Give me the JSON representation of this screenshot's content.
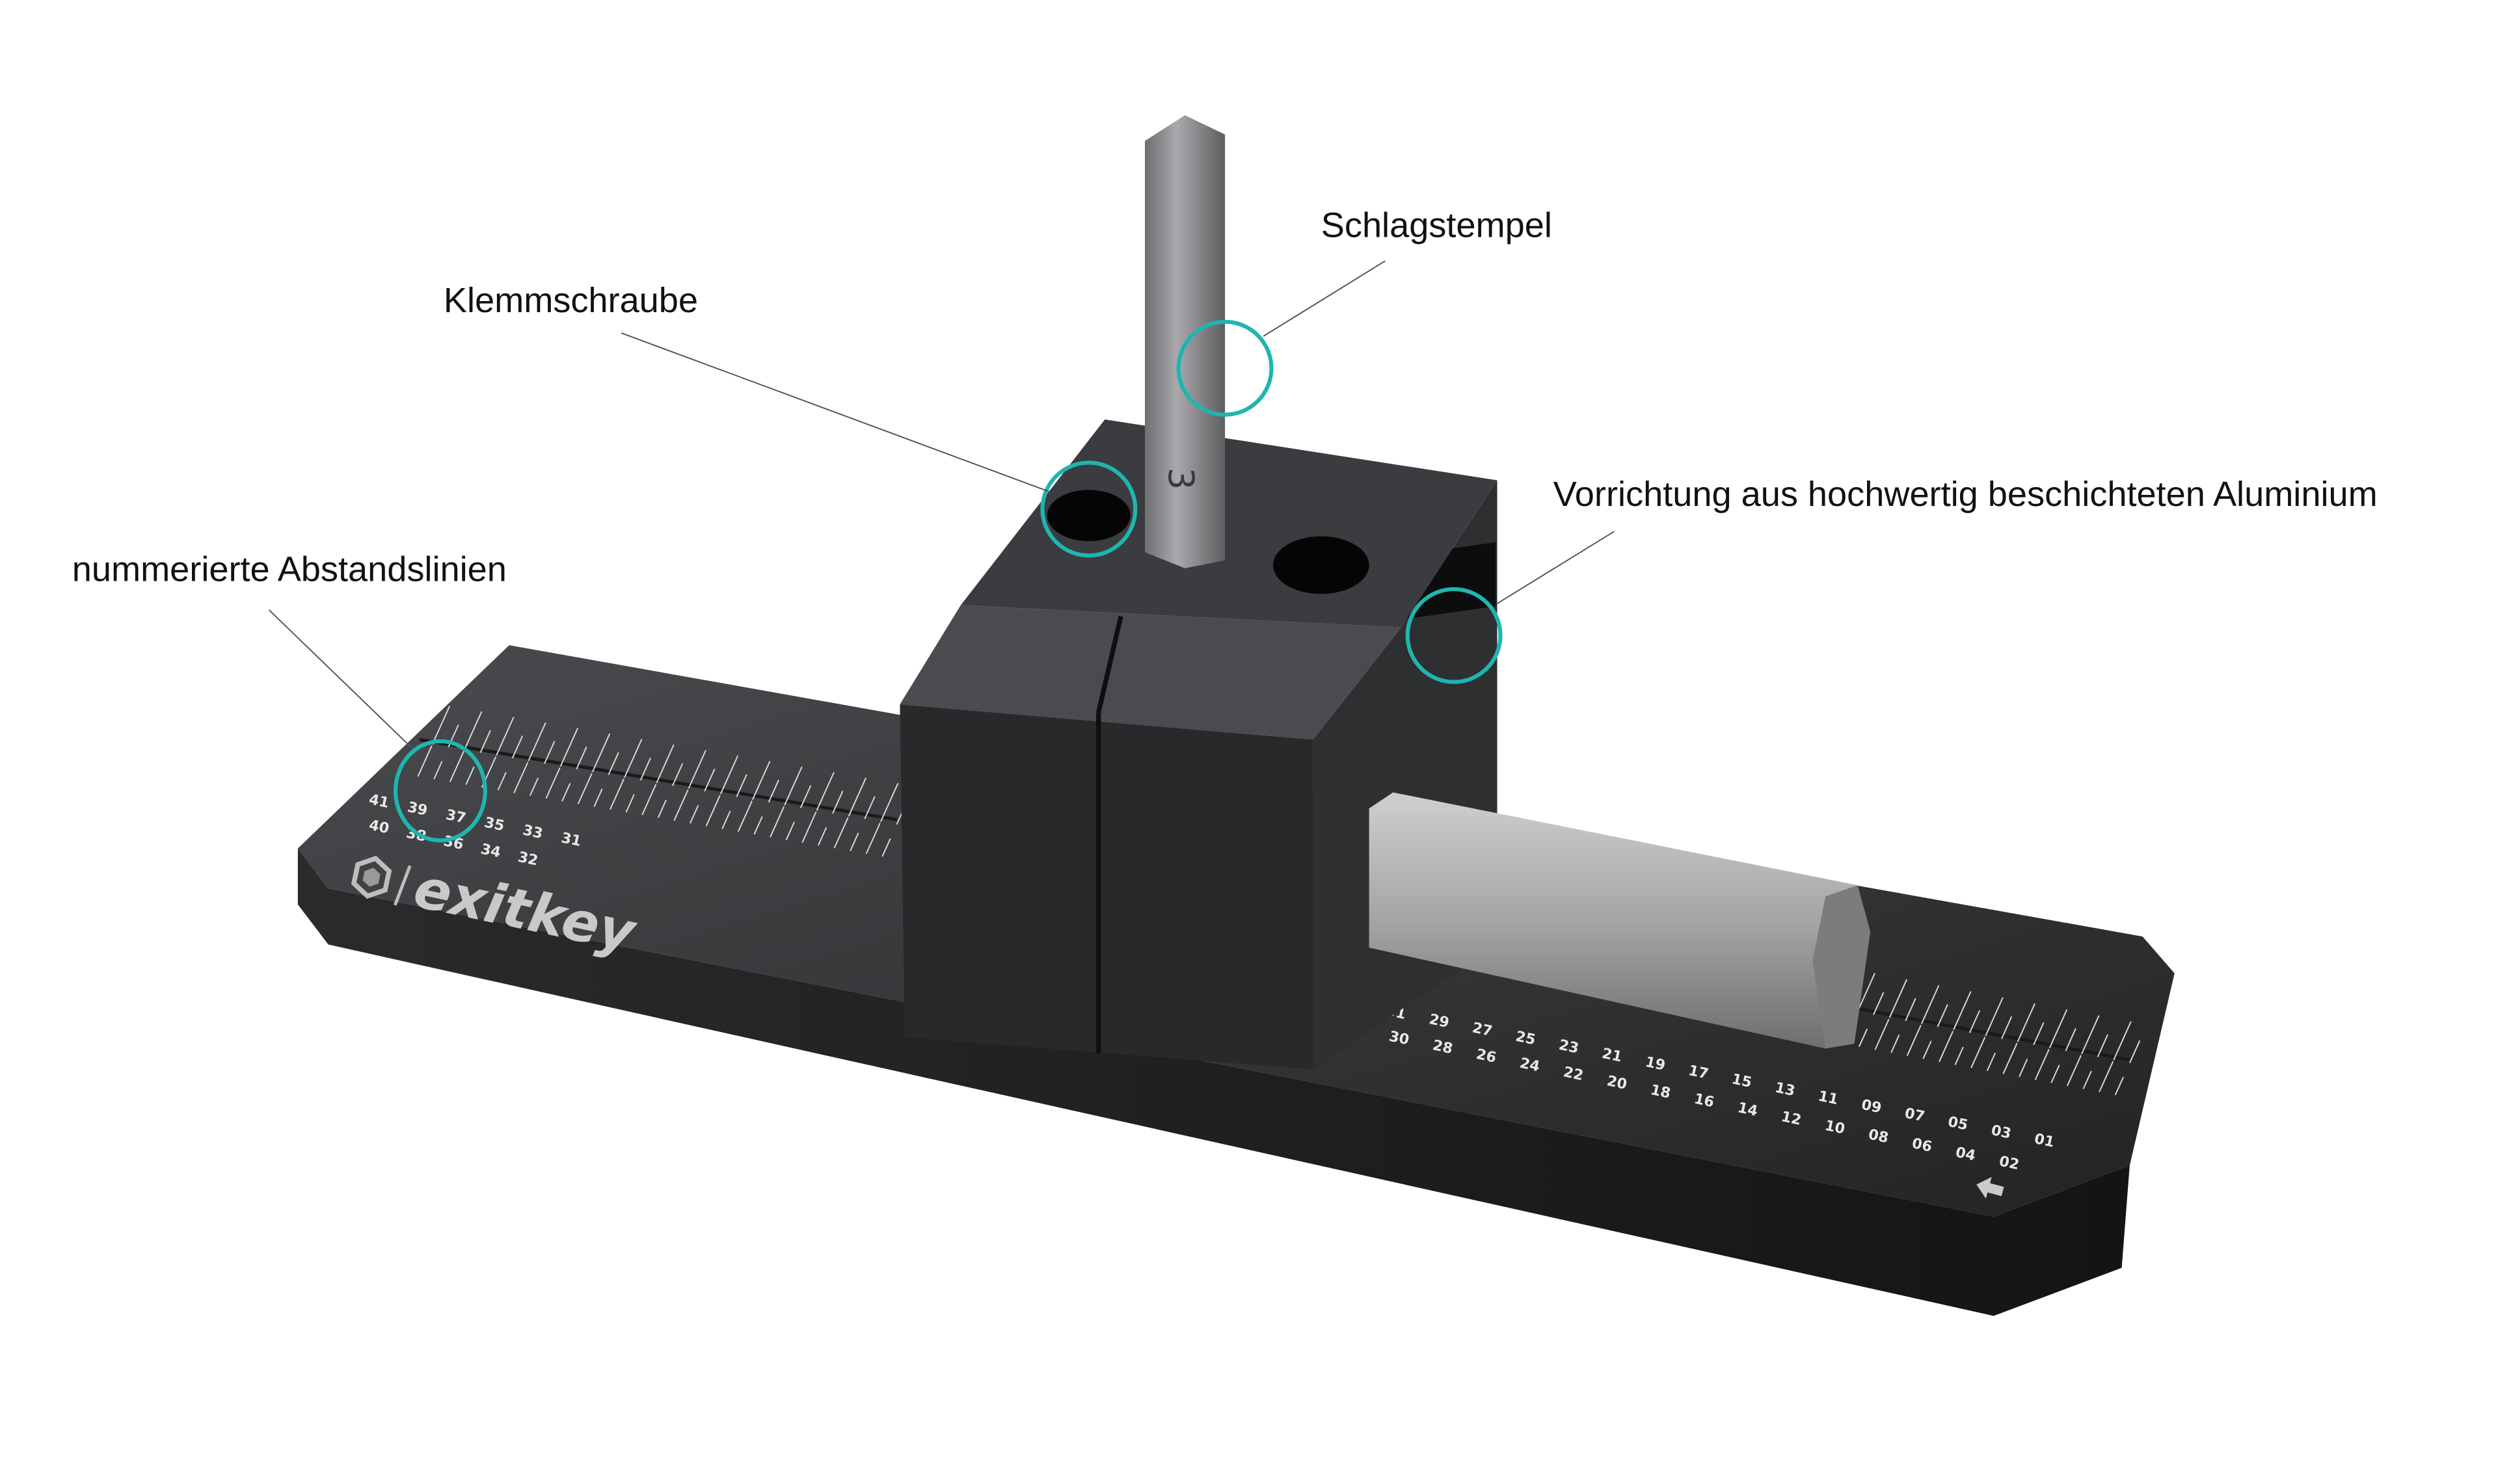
{
  "annotations": [
    {
      "id": "schlagstempel",
      "text": "Schlagstempel"
    },
    {
      "id": "klemmschraube",
      "text": "Klemmschraube"
    },
    {
      "id": "vorrichtung",
      "text": "Vorrichtung aus hochwertig beschichteten Aluminium"
    },
    {
      "id": "abstandslinien",
      "text": "nummerierte Abstandslinien"
    }
  ],
  "highlight_color": "#1fb5b0",
  "product": {
    "brand_logo": "exitkey",
    "punch_number": "3",
    "left_ruler": {
      "top_row": [
        "41",
        "39",
        "37",
        "35",
        "33",
        "31"
      ],
      "bottom_row": [
        "40",
        "38",
        "36",
        "34",
        "32"
      ]
    },
    "right_ruler": {
      "top_row": [
        "31",
        "29",
        "27",
        "25",
        "23",
        "21",
        "19",
        "17",
        "15",
        "13",
        "11",
        "09",
        "07",
        "05",
        "03",
        "01"
      ],
      "bottom_row": [
        "30",
        "28",
        "26",
        "24",
        "22",
        "20",
        "18",
        "16",
        "14",
        "12",
        "10",
        "08",
        "06",
        "04",
        "02"
      ]
    },
    "direction_icon": "arrow-left-icon"
  }
}
